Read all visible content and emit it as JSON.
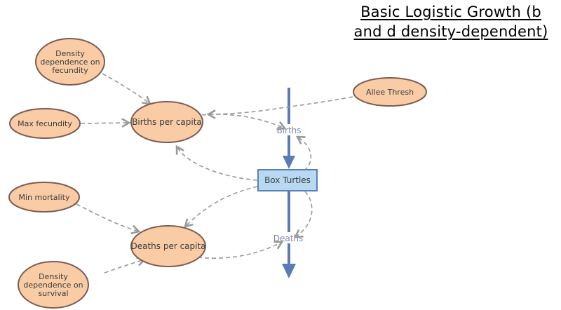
{
  "title": {
    "line1": "Basic Logistic Growth (b",
    "line2": "and d density-dependent)"
  },
  "stock": {
    "label": "Box Turtles"
  },
  "flows": {
    "births": {
      "label": "Births"
    },
    "deaths": {
      "label": "Deaths"
    }
  },
  "converters": {
    "density_dependence_on_fecundity": {
      "lines": [
        "Density",
        "dependence on",
        "fecundity"
      ]
    },
    "max_fecundity": {
      "lines": [
        "Max fecundity"
      ]
    },
    "births_per_capita": {
      "lines": [
        "Births per capita"
      ]
    },
    "allee_thresh": {
      "lines": [
        "Allee Thresh"
      ]
    },
    "min_mortality": {
      "lines": [
        "Min mortality"
      ]
    },
    "deaths_per_capita": {
      "lines": [
        "Deaths per capita"
      ]
    },
    "density_dependence_on_survival": {
      "lines": [
        "Density",
        "dependence on",
        "survival"
      ]
    }
  },
  "connectors": [
    {
      "from": "density-dependence-on-fecundity",
      "to": "births-per-capita"
    },
    {
      "from": "max-fecundity",
      "to": "births-per-capita"
    },
    {
      "from": "allee-thresh",
      "to": "births-per-capita"
    },
    {
      "from": "box-turtles",
      "to": "births-per-capita"
    },
    {
      "from": "births-per-capita",
      "to": "births-flow"
    },
    {
      "from": "box-turtles",
      "to": "births-flow"
    },
    {
      "from": "box-turtles",
      "to": "deaths-per-capita"
    },
    {
      "from": "min-mortality",
      "to": "deaths-per-capita"
    },
    {
      "from": "density-dependence-on-survival",
      "to": "deaths-per-capita"
    },
    {
      "from": "deaths-per-capita",
      "to": "deaths-flow"
    },
    {
      "from": "box-turtles",
      "to": "deaths-flow"
    }
  ],
  "colors": {
    "converter_fill": "#F9CCA5",
    "converter_border": "#7B5D52",
    "stock_fill": "#B7D9F1",
    "stock_border": "#5C80B8",
    "flow": "#5C7BB5",
    "flow_label": "#8089B0",
    "connector": "#9A9A9A",
    "node_text": "#3C3C3C",
    "title_text": "#000000"
  }
}
